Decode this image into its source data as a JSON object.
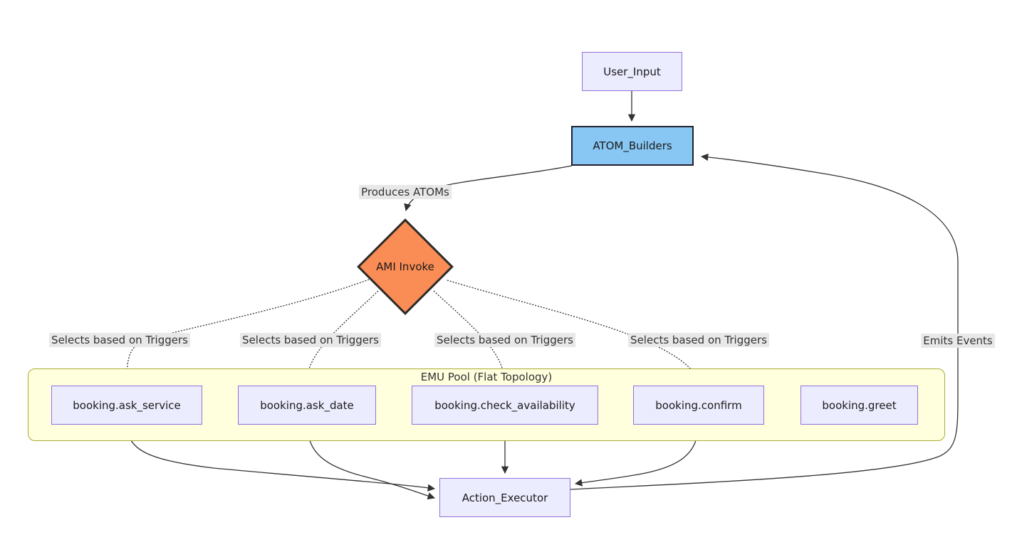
{
  "diagram": {
    "nodes": {
      "user_input": {
        "label": "User_Input"
      },
      "atom_builders": {
        "label": "ATOM_Builders"
      },
      "ami_invoke": {
        "label": "AMI Invoke"
      },
      "action_executor": {
        "label": "Action_Executor"
      },
      "pool": {
        "title": "EMU Pool (Flat Topology)",
        "emus": [
          {
            "label": "booking.ask_service"
          },
          {
            "label": "booking.ask_date"
          },
          {
            "label": "booking.check_availability"
          },
          {
            "label": "booking.confirm"
          },
          {
            "label": "booking.greet"
          }
        ]
      }
    },
    "edge_labels": {
      "produces": "Produces ATOMs",
      "selects": [
        "Selects based on Triggers",
        "Selects based on Triggers",
        "Selects based on Triggers",
        "Selects based on Triggers"
      ],
      "emits": "Emits Events"
    },
    "colors": {
      "node_fill": "#ECECFF",
      "node_border": "#9370DB",
      "builder_fill": "#88C7F4",
      "decision_fill": "#FA8C55",
      "pool_fill": "#FFFFDE",
      "pool_border": "#AAAA33",
      "edge": "#333333",
      "edge_label_bg": "#e8e8e8"
    }
  }
}
